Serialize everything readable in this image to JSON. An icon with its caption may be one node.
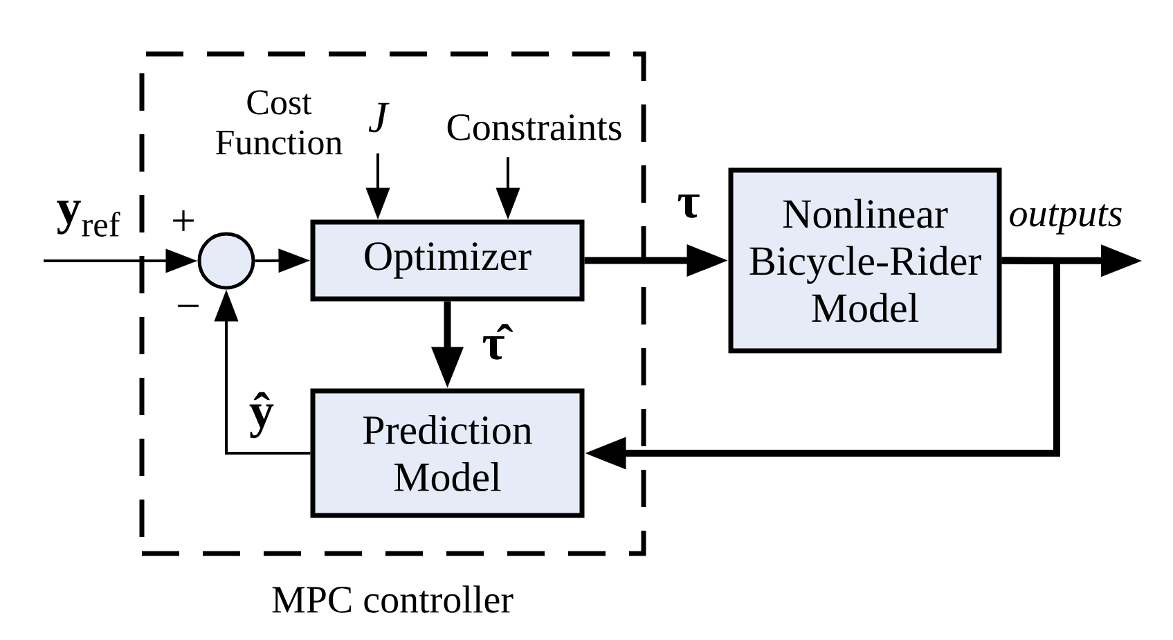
{
  "diagram": {
    "nodes": [
      {
        "text": [
          "MPC controller"
        ]
      },
      {
        "text": [
          "J"
        ],
        "beside": [
          "Cost Function"
        ],
        "in": 0
      },
      {
        "text": [
          "Constraints"
        ],
        "in": 0
      },
      {
        "text": [],
        "shape": "circle",
        "beside": [
          "+",
          "−"
        ],
        "in": 0
      },
      {
        "text": [
          "Optimizer"
        ],
        "in": 0
      },
      {
        "text": [
          "Prediction Model"
        ],
        "in": 0
      },
      {
        "text": [
          "Nonlinear Bicycle-Rider Model"
        ]
      }
    ],
    "edges": [
      {
        "from": null,
        "to": 3,
        "arrow": "to",
        "label": "**y**$_{ref}$"
      },
      {
        "from": 1,
        "to": 4,
        "arrow": "to"
      },
      {
        "from": 2,
        "to": 4,
        "arrow": "to"
      },
      {
        "from": 3,
        "to": 4,
        "arrow": "to"
      },
      {
        "from": 4,
        "to": 6,
        "arrow": "to",
        "label": "τ",
        "style": "thick"
      },
      {
        "from": 4,
        "to": 5,
        "arrow": "to",
        "label": "τ̂",
        "style": "thick"
      },
      {
        "from": 6,
        "to": null,
        "arrow": "to",
        "label": "outputs",
        "style": "thick"
      },
      {
        "from": 6,
        "to": 5,
        "arrow": "to",
        "style": "thick"
      },
      {
        "from": 5,
        "to": 3,
        "arrow": "to",
        "label": "ŷ"
      }
    ]
  }
}
